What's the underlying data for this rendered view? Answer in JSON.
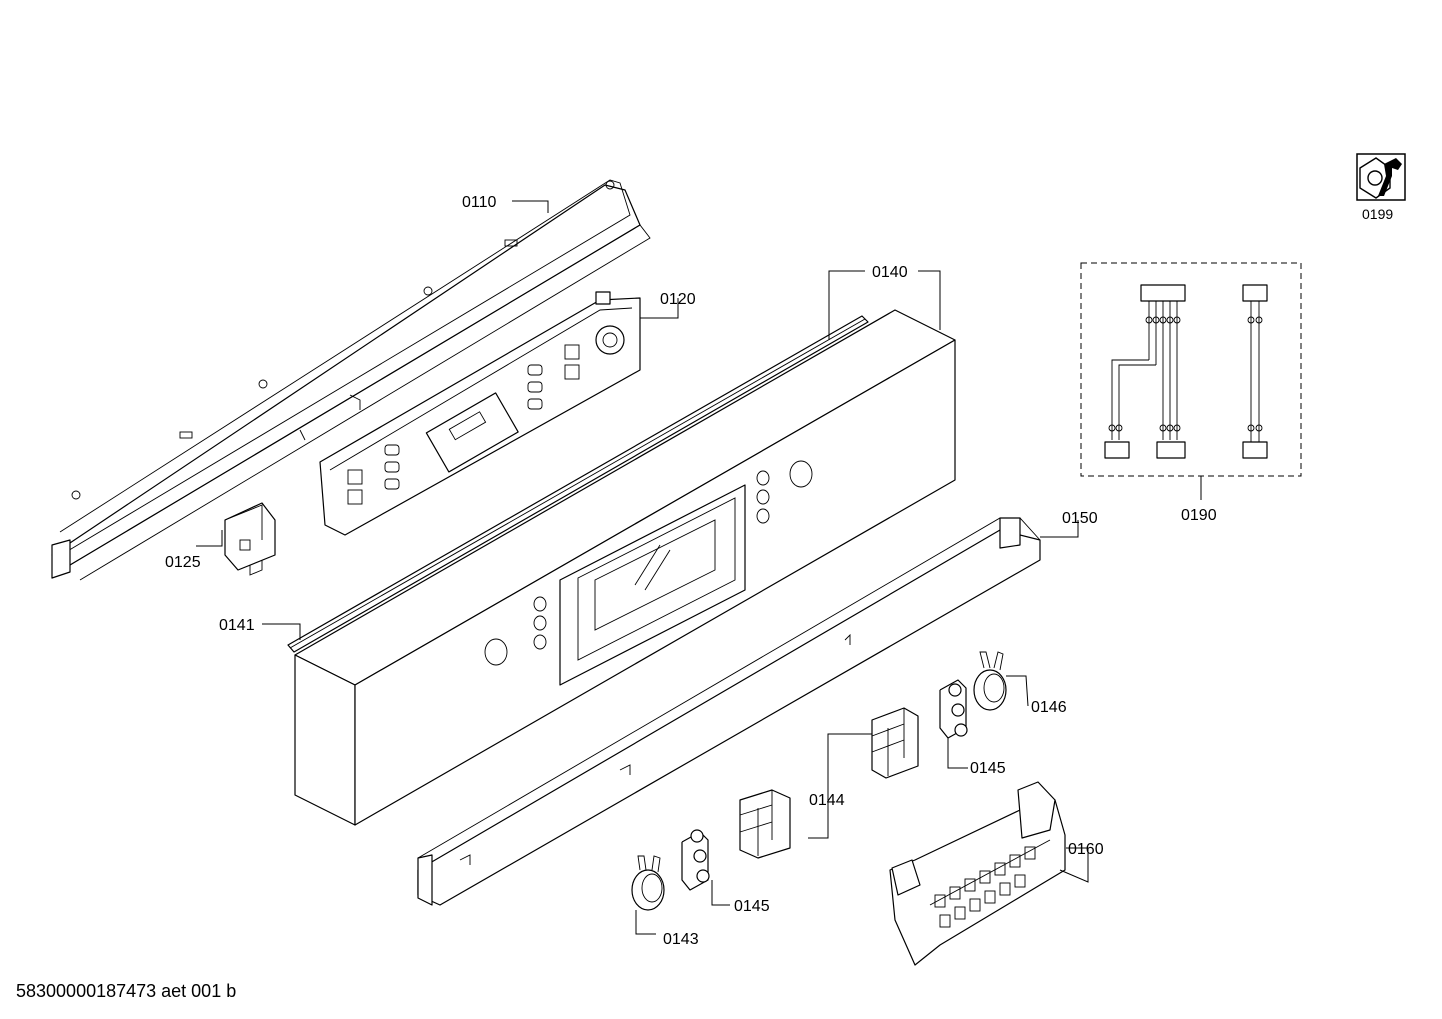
{
  "document_id": "58300000187473 aet 001 b",
  "tool_icon": "service-tool-icon",
  "callouts": {
    "c0110": "0110",
    "c0120": "0120",
    "c0125": "0125",
    "c0140": "0140",
    "c0141": "0141",
    "c0143": "0143",
    "c0144": "0144",
    "c0145a": "0145",
    "c0145b": "0145",
    "c0146": "0146",
    "c0150": "0150",
    "c0160": "0160",
    "c0190": "0190",
    "c0199": "0199"
  }
}
